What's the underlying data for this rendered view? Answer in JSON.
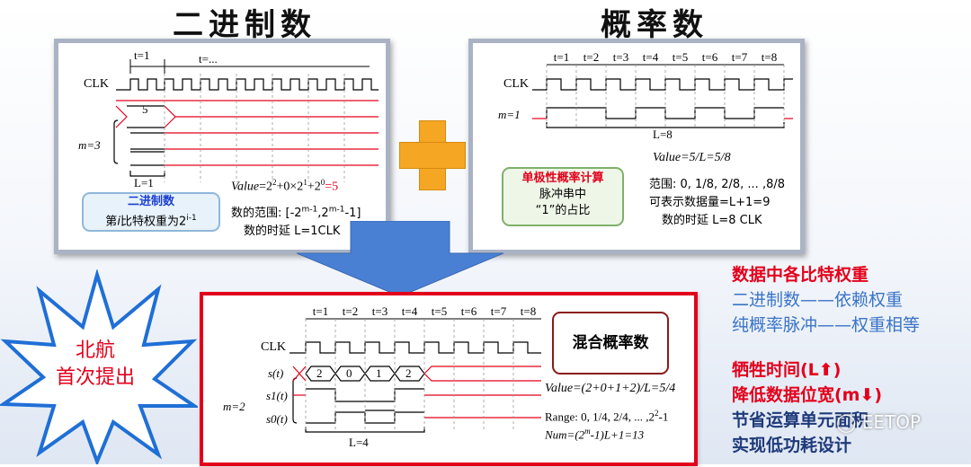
{
  "titles": {
    "binary": "二进制数",
    "probabilistic": "概率数"
  },
  "binary_panel": {
    "t1": "t=1",
    "tdots": "t=...",
    "clk": "CLK",
    "value_box": "5",
    "m_label": "m=3",
    "l_label": "L=1",
    "info_title": "二进制数",
    "info_body_pre": "第",
    "info_body_i": "i",
    "info_body_mid": "比特权重为2",
    "info_body_sup": "i-1",
    "value_formula_pre": "Value",
    "value_formula_mid": "=2",
    "value_formula_tail": "=5",
    "range_text": "数的范围: [-2",
    "range_tail": "-1]",
    "latency_text": "数的时延 L=1CLK"
  },
  "prob_panel": {
    "ticks": [
      "t=1",
      "t=2",
      "t=3",
      "t=4",
      "t=5",
      "t=6",
      "t=7",
      "t=8"
    ],
    "clk": "CLK",
    "m_label": "m=1",
    "l_label": "L=8",
    "value_formula": "Value=5/L=5/8",
    "info_title": "单极性概率计算",
    "info_line2": "脉冲串中",
    "info_line3": "“1”的占比",
    "range_text": "范围: 0, 1/8, 2/8, ... ,8/8",
    "count_text": "可表示数据量=L+1=9",
    "latency_text": "数的时延 L=8 CLK"
  },
  "mixed_panel": {
    "ticks": [
      "t=1",
      "t=2",
      "t=3",
      "t=4",
      "t=5",
      "t=6",
      "t=7",
      "t=8"
    ],
    "clk": "CLK",
    "s_label": "s(t)",
    "s1_label": "s1(t)",
    "s0_label": "s0(t)",
    "m_label": "m=2",
    "l_label": "L=4",
    "symbols": [
      "2",
      "0",
      "1",
      "2"
    ],
    "title": "混合概率数",
    "value_formula": "Value=(2+0+1+2)/L=5/4",
    "range_text": "Range: 0, 1/4, 2/4, ... ,2",
    "num_text": "Num=(2",
    "num_tail": "-1)L+1=13"
  },
  "starburst": {
    "line1": "北航",
    "line2": "首次提出"
  },
  "sidebar": {
    "weights_title": "数据中各比特权重",
    "weights_line1": "二进制数——依赖权重",
    "weights_line2": "纯概率脉冲——权重相等",
    "tradeoff_line1": "牺牲时间(L⬆)",
    "tradeoff_line2": "降低数据位宽(m⬇)",
    "benefit_line1": "节省运算单元面积",
    "benefit_line2": "实现低功耗设计"
  },
  "watermark": "EETOP",
  "colors": {
    "red": "#e3001b",
    "blue": "#3a74c8",
    "orange": "#f5a623",
    "arrow": "#4a80d4",
    "navy": "#1f3a7a"
  }
}
